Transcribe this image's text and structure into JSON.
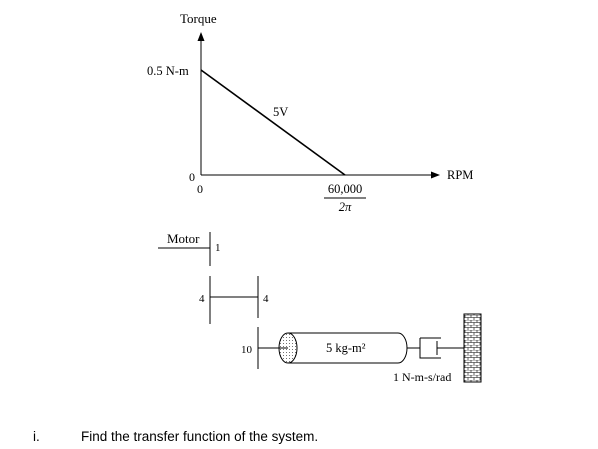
{
  "graph": {
    "y_axis_label": "Torque",
    "y_tick_label": "0.5 N-m",
    "origin_y_label": "0",
    "origin_x_label": "0",
    "x_axis_label": "RPM",
    "x_tick_numerator": "60,000",
    "x_tick_denominator": "2π",
    "line_label": "5V"
  },
  "chart_data": {
    "type": "line",
    "title": "",
    "xlabel": "RPM",
    "ylabel": "Torque",
    "series": [
      {
        "name": "5V",
        "x": [
          0,
          9549.3
        ],
        "y": [
          0.5,
          0
        ]
      }
    ],
    "x_tick_labels": [
      "0",
      "60,000 / 2π"
    ],
    "y_tick_labels": [
      "0",
      "0.5 N-m"
    ],
    "grid": false
  },
  "mechanism": {
    "motor_label": "Motor",
    "gear_motor_teeth": "1",
    "gear_a_teeth": "4",
    "gear_b_teeth": "4",
    "gear_c_teeth": "10",
    "inertia_label": "5 kg-m²",
    "damper_label": "1 N-m-s/rad"
  },
  "question": {
    "number": "i.",
    "text": "Find the transfer function of the system."
  }
}
